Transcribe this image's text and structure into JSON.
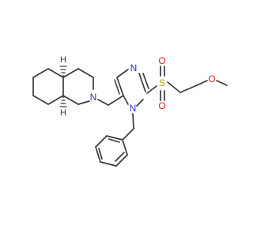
{
  "molecule": {
    "atom_labels": {
      "n_ring": "N",
      "n_imidazole_top": "N",
      "n_imidazole_bottom": "N",
      "sulfur": "S",
      "oxygen_top": "O",
      "oxygen_bottom": "O",
      "oxygen_ether": "O",
      "h_top": "H",
      "h_bottom": "H"
    },
    "colors": {
      "bond": "#3a3a3a",
      "nitrogen": "#2b2bd9",
      "oxygen": "#e02020",
      "sulfur": "#b8a000",
      "stereo_h": "#3a3a3a"
    }
  }
}
